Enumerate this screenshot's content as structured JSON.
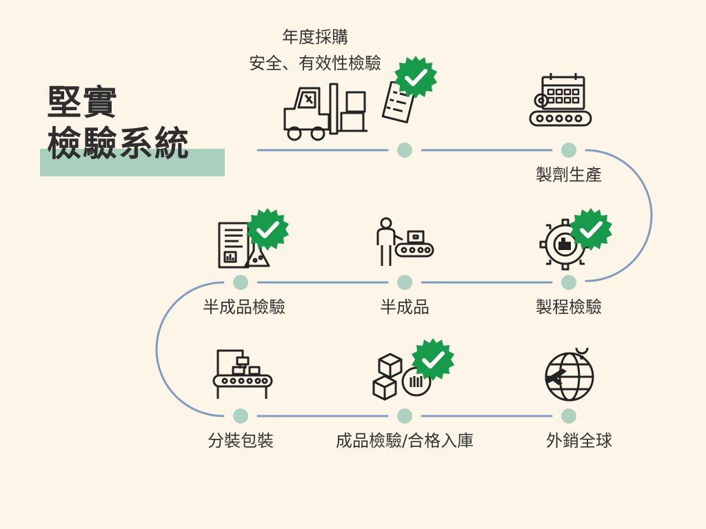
{
  "title": {
    "line1": "堅實",
    "line2": "檢驗系統"
  },
  "steps": [
    {
      "id": "procurement",
      "line1": "年度採購",
      "line2": "安全、有效性檢驗",
      "icon": "forklift-icon",
      "checked": true
    },
    {
      "id": "formulation",
      "label": "製劑生產",
      "icon": "factory-production-icon",
      "checked": false
    },
    {
      "id": "process-inspection",
      "label": "製程檢驗",
      "icon": "gear-inspection-icon",
      "checked": true
    },
    {
      "id": "semi-product",
      "label": "半成品",
      "icon": "worker-conveyor-icon",
      "checked": false
    },
    {
      "id": "semi-inspection",
      "label": "半成品檢驗",
      "icon": "lab-report-icon",
      "checked": true
    },
    {
      "id": "packaging",
      "label": "分裝包裝",
      "icon": "packaging-machine-icon",
      "checked": false
    },
    {
      "id": "final-inspection",
      "label": "成品檢驗/合格入庫",
      "icon": "warehouse-boxes-icon",
      "checked": true
    },
    {
      "id": "export",
      "label": "外銷全球",
      "icon": "globe-plane-icon",
      "checked": false
    }
  ],
  "colors": {
    "background": "#fdf5e7",
    "path": "#7f9cc0",
    "node": "#aed2c2",
    "check": "#179a4a",
    "accent_bar": "#a9cfbd",
    "ink": "#2a2a2a"
  }
}
